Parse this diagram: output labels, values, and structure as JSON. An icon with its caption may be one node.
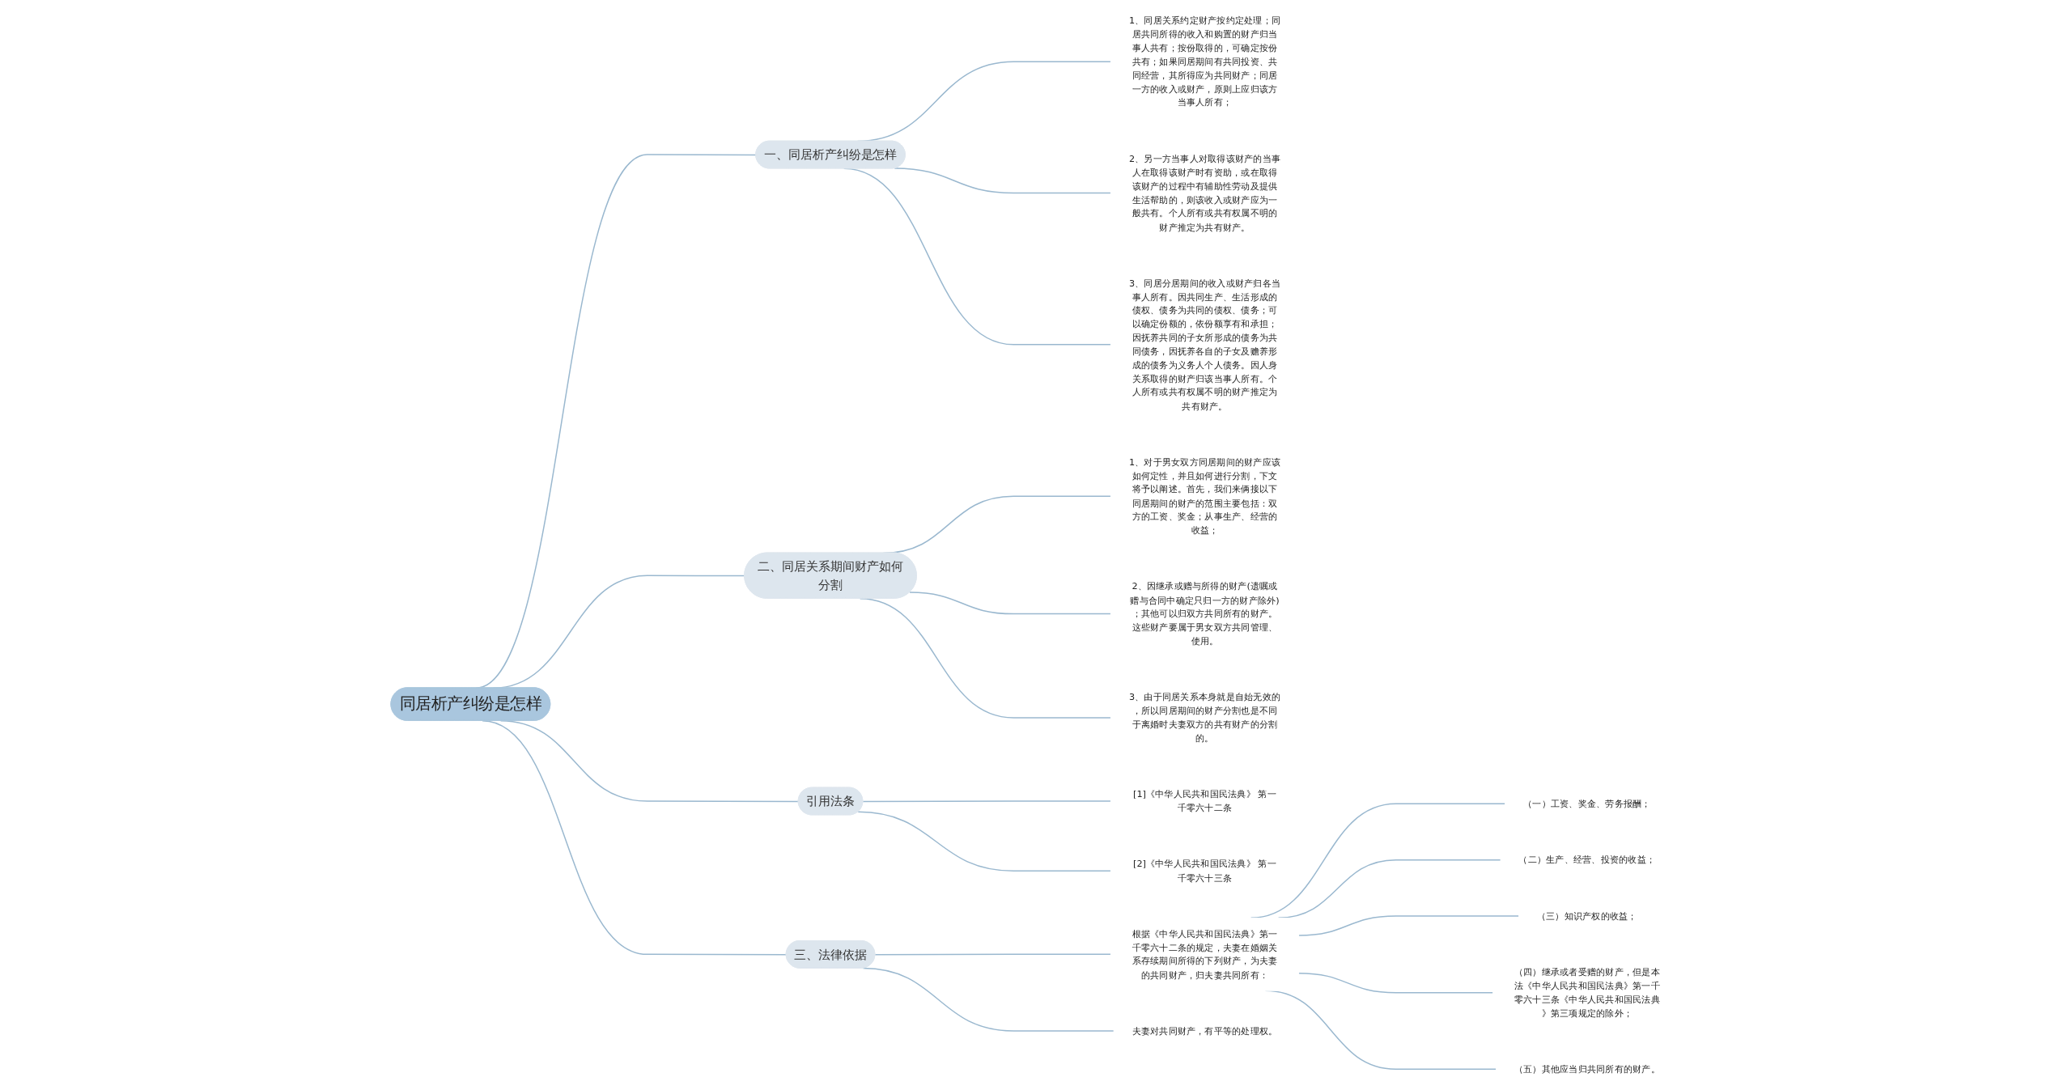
{
  "diagram": {
    "nodes": [
      {
        "text": [
          "同居析产纠纷是怎样"
        ]
      },
      {
        "text": [
          "一、同居析产纠纷是怎样"
        ]
      },
      {
        "text": [
          "1、同居关系约定财产按约定处理；同居共同所得的收入和购置的财产归当事人共有；按份取得的，可确定按份共有；如果同居期间有共同投资、共同经营，其所得应为共同财产；同居一方的收入或财产，原则上应归该方当事人所有；"
        ]
      },
      {
        "text": [
          "2、另一方当事人对取得该财产的当事人在取得该财产时有资助，或在取得该财产的过程中有辅助性劳动及提供生活帮助的，则该收入或财产应为一般共有。个人所有或共有权属不明的财产推定为共有财产。"
        ]
      },
      {
        "text": [
          "3、同居分居期间的收入或财产归各当事人所有。因共同生产、生活形成的债权、债务为共同的债权、债务；可以确定份额的，依份额享有和承担；因抚养共同的子女所形成的债务为共同债务，因抚养各自的子女及赡养形成的债务为义务人个人债务。因人身关系取得的财产归该当事人所有。个人所有或共有权属不明的财产推定为共有财产。"
        ]
      },
      {
        "text": [
          "二、同居关系期间财产如何分割"
        ]
      },
      {
        "text": [
          "1、对于男女双方同居期间的财产应该如何定性，并且如何进行分割，下文将予以阐述。首先，我们来俩接以下同居期间的财产的范围主要包括：双方的工资、奖金；从事生产、经营的收益；"
        ]
      },
      {
        "text": [
          "2、因继承或赠与所得的财产(遗嘱或赠与合同中确定只归一方的财产除外)；其他可以归双方共同所有的财产。这些财产要属于男女双方共同管理、使用。"
        ]
      },
      {
        "text": [
          "3、由于同居关系本身就是自始无效的，所以同居期间的财产分割也是不同于离婚时夫妻双方的共有财产的分割的。"
        ]
      },
      {
        "text": [
          "引用法条"
        ]
      },
      {
        "text": [
          "[1]《中华人民共和国民法典》 第一千零六十二条"
        ]
      },
      {
        "text": [
          "[2]《中华人民共和国民法典》 第一千零六十三条"
        ]
      },
      {
        "text": [
          "三、法律依据"
        ]
      },
      {
        "text": [
          "根据《中华人民共和国民法典》第一千零六十二条的规定，夫妻在婚姻关系存续期间所得的下列财产，为夫妻的共同财产，归夫妻共同所有："
        ]
      },
      {
        "text": [
          "（一）工资、奖金、劳务报酬；"
        ]
      },
      {
        "text": [
          "（二）生产、经营、投资的收益；"
        ]
      },
      {
        "text": [
          "（三）知识产权的收益；"
        ]
      },
      {
        "text": [
          "（四）继承或者受赠的财产，但是本法《中华人民共和国民法典》第一千零六十三条《中华人民共和国民法典》第三项规定的除外；"
        ]
      },
      {
        "text": [
          "（五）其他应当归共同所有的财产。"
        ]
      },
      {
        "text": [
          "夫妻对共同财产，有平等的处理权。"
        ]
      }
    ],
    "edges": [
      {
        "from": 0,
        "to": 1,
        "arrow": "none"
      },
      {
        "from": 1,
        "to": 2,
        "arrow": "none"
      },
      {
        "from": 1,
        "to": 3,
        "arrow": "none"
      },
      {
        "from": 1,
        "to": 4,
        "arrow": "none"
      },
      {
        "from": 0,
        "to": 5,
        "arrow": "none"
      },
      {
        "from": 5,
        "to": 6,
        "arrow": "none"
      },
      {
        "from": 5,
        "to": 7,
        "arrow": "none"
      },
      {
        "from": 5,
        "to": 8,
        "arrow": "none"
      },
      {
        "from": 0,
        "to": 9,
        "arrow": "none"
      },
      {
        "from": 9,
        "to": 10,
        "arrow": "none"
      },
      {
        "from": 9,
        "to": 11,
        "arrow": "none"
      },
      {
        "from": 0,
        "to": 12,
        "arrow": "none"
      },
      {
        "from": 12,
        "to": 13,
        "arrow": "none"
      },
      {
        "from": 13,
        "to": 14,
        "arrow": "none"
      },
      {
        "from": 13,
        "to": 15,
        "arrow": "none"
      },
      {
        "from": 13,
        "to": 16,
        "arrow": "none"
      },
      {
        "from": 13,
        "to": 17,
        "arrow": "none"
      },
      {
        "from": 13,
        "to": 18,
        "arrow": "none"
      },
      {
        "from": 12,
        "to": 19,
        "arrow": "none"
      }
    ]
  }
}
